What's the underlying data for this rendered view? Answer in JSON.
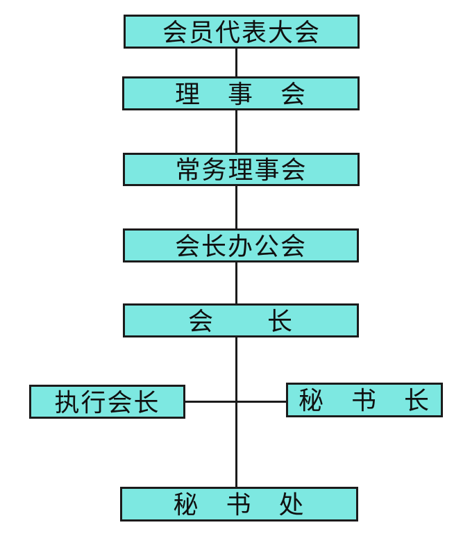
{
  "diagram": {
    "type": "org-chart",
    "direction": "top-down",
    "colors": {
      "background": "#ffffff",
      "node_fill": "#7de8e1",
      "node_border": "#1b1b1b",
      "connector": "#1b1b1b",
      "text": "#101010"
    },
    "nodes": [
      {
        "id": "member-congress",
        "label": "会员代表大会"
      },
      {
        "id": "council",
        "label": "理　事　会"
      },
      {
        "id": "standing-council",
        "label": "常务理事会"
      },
      {
        "id": "president-office",
        "label": "会长办公会"
      },
      {
        "id": "president",
        "label": "会　　长"
      },
      {
        "id": "executive-president",
        "label": "执行会长"
      },
      {
        "id": "secretary-general",
        "label": "秘　书　长"
      },
      {
        "id": "secretariat",
        "label": "秘　书　处"
      }
    ],
    "edges": [
      {
        "from": "member-congress",
        "to": "council"
      },
      {
        "from": "council",
        "to": "standing-council"
      },
      {
        "from": "standing-council",
        "to": "president-office"
      },
      {
        "from": "president-office",
        "to": "president"
      },
      {
        "from": "president",
        "to": "executive-president"
      },
      {
        "from": "president",
        "to": "secretary-general"
      },
      {
        "from": "president",
        "to": "secretariat"
      }
    ]
  }
}
